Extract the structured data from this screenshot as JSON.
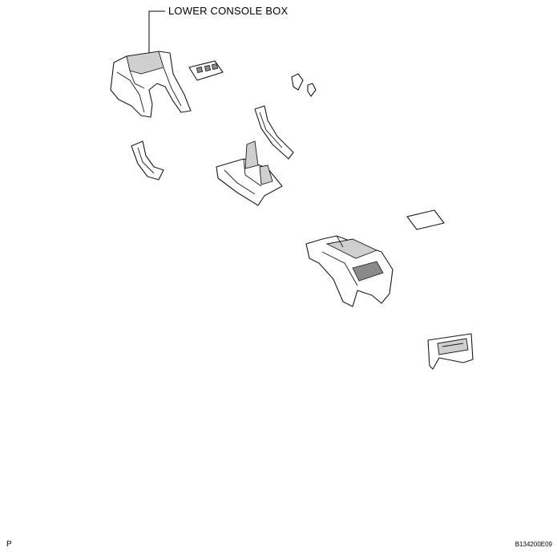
{
  "callout": {
    "label": "LOWER CONSOLE BOX"
  },
  "footer": {
    "left_mark": "P",
    "figure_id": "B134200E09"
  },
  "icons": [
    "lower-console-box-part",
    "switch-panel-part",
    "clip-part",
    "side-trim-part",
    "shift-lever-boot-panel-part",
    "mat-part",
    "upper-console-box-part",
    "rear-panel-part"
  ]
}
